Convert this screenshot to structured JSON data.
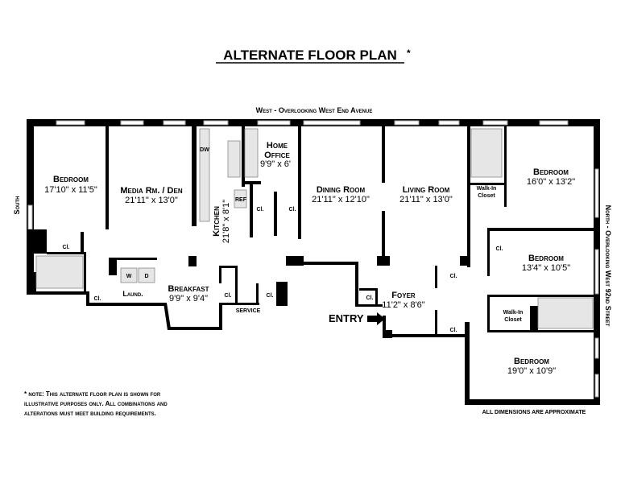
{
  "title": "ALTERNATE FLOOR PLAN",
  "title_mark": "*",
  "exposures": {
    "top": "West - Overlooking West End Avenue",
    "left": "South",
    "right": "North - Overlooking West 92nd Street"
  },
  "rooms": {
    "bedroom_sw": {
      "name": "Bedroom",
      "dim": "17'10\" x 11'5\""
    },
    "media": {
      "name": "Media Rm. / Den",
      "dim": "21'11\" x 13'0\""
    },
    "kitchen": {
      "name": "Kitchen",
      "dim": "21'8\" x 8'1\""
    },
    "home_office": {
      "name": "Home",
      "name2": "Office",
      "dim": "9'9\" x 6'"
    },
    "dining": {
      "name": "Dining Room",
      "dim": "21'11\" x 12'10\""
    },
    "living": {
      "name": "Living Room",
      "dim": "21'11\" x 13'0\""
    },
    "bedroom_nw": {
      "name": "Bedroom",
      "dim": "16'0\" x 13'2\""
    },
    "bedroom_mid": {
      "name": "Bedroom",
      "dim": "13'4\" x 10'5\""
    },
    "bedroom_ne": {
      "name": "Bedroom",
      "dim": "19'0\" x 10'9\""
    },
    "breakfast": {
      "name": "Breakfast",
      "dim": "9'9\" x 9'4\""
    },
    "foyer": {
      "name": "Foyer",
      "dim": "11'2\" x 8'6\""
    },
    "laundry": "Laund.",
    "walkin1": [
      "Walk-In",
      "Closet"
    ],
    "walkin2": [
      "Walk-In",
      "Closet"
    ]
  },
  "fixtures": {
    "dw": "DW",
    "ref": "REF",
    "washer": "W",
    "dryer": "D",
    "service": "SERVICE",
    "closet": "Cl."
  },
  "entry": "ENTRY",
  "note": [
    "* note: This alternate floor plan is shown for",
    "illustrative purposes only. All combinations and",
    "alterations must meet building requirements."
  ],
  "disclaimer": "ALL DIMENSIONS ARE APPROXIMATE"
}
